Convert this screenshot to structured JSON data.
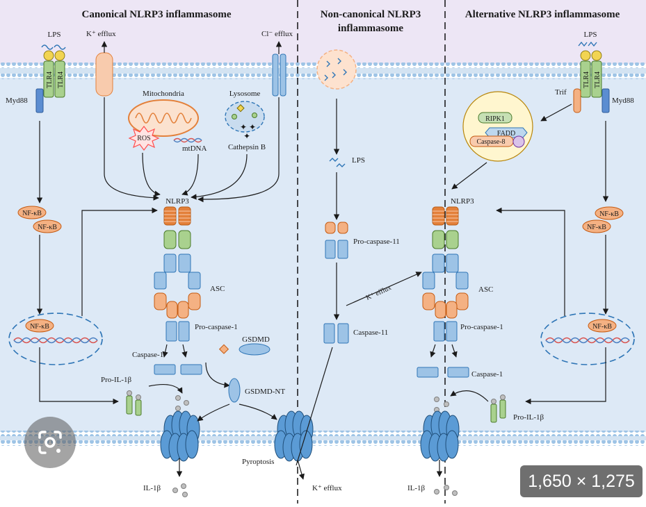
{
  "titles": {
    "canonical": "Canonical NLRP3 inflammasome",
    "noncanonical_line1": "Non-canonical NLRP3",
    "noncanonical_line2": "inflammasome",
    "alternative": "Alternative NLRP3 inflammasome"
  },
  "labels": {
    "lps_left": "LPS",
    "tlr4_a": "TLR4",
    "tlr4_b": "TLR4",
    "myd88_left": "Myd88",
    "k_efflux_top": "K⁺ efflux",
    "cl_efflux": "Cl⁻ efflux",
    "mitochondria": "Mitochondria",
    "ros": "ROS",
    "mtdna": "mtDNA",
    "lysosome": "Lysosome",
    "cathepsin": "Cathepsin B",
    "nfkb_1": "NF-κB",
    "nfkb_2": "NF-κB",
    "nfkb_nuc_left": "NF-κB",
    "nlrp3_left": "NLRP3",
    "asc_left": "ASC",
    "procasp1_left": "Pro-caspase-1",
    "casp1_left": "Caspase-1",
    "gsdmd": "GSDMD",
    "gsdmd_nt": "GSDMD-NT",
    "pro_il1b_left": "Pro-IL-1β",
    "il1b_left": "IL-1β",
    "pyroptosis": "Pyroptosis",
    "k_efflux_bottom": "K⁺ efflux",
    "lps_mid": "LPS",
    "procasp11": "Pro-caspase-11",
    "casp11": "Caspase-11",
    "k_efflux_mid": "K⁺ efflux",
    "lps_right": "LPS",
    "tlr4_c": "TLR4",
    "tlr4_d": "TLR4",
    "trif": "Trif",
    "myd88_right": "Myd88",
    "ripk1": "RIPK1",
    "fadd": "FADD",
    "casp8": "Caspase-8",
    "nlrp3_right": "NLRP3",
    "asc_right": "ASC",
    "procasp1_right": "Pro-caspase-1",
    "casp1_right": "Caspase-1",
    "nfkb_3": "NF-κB",
    "nfkb_4": "NF-κB",
    "nfkb_nuc_right": "NF-κB",
    "pro_il1b_right": "Pro-IL-1β",
    "il1b_right": "IL-1β"
  },
  "overlay": {
    "size_badge": "1,650 × 1,275",
    "lens_icon": "lens-search-icon"
  },
  "colors": {
    "extracellular": "#ede6f5",
    "cytoplasm": "#dde9f6",
    "membrane_head": "#9ec4e6",
    "tlr4": "#a9d18e",
    "receptor_cap": "#f2d452",
    "myd88": "#5b8dd1",
    "nfkb": "#f4b183",
    "nlrp3_orange": "#e3803a",
    "nacht_green": "#a9d18e",
    "asc_blue": "#9dc3e6",
    "dna_red": "#d9534f",
    "dna_blue": "#4a7fc1",
    "gsdmd_pore": "#5b9bd5",
    "ros": "#ff4d4d",
    "outline": "#2e75b6"
  }
}
